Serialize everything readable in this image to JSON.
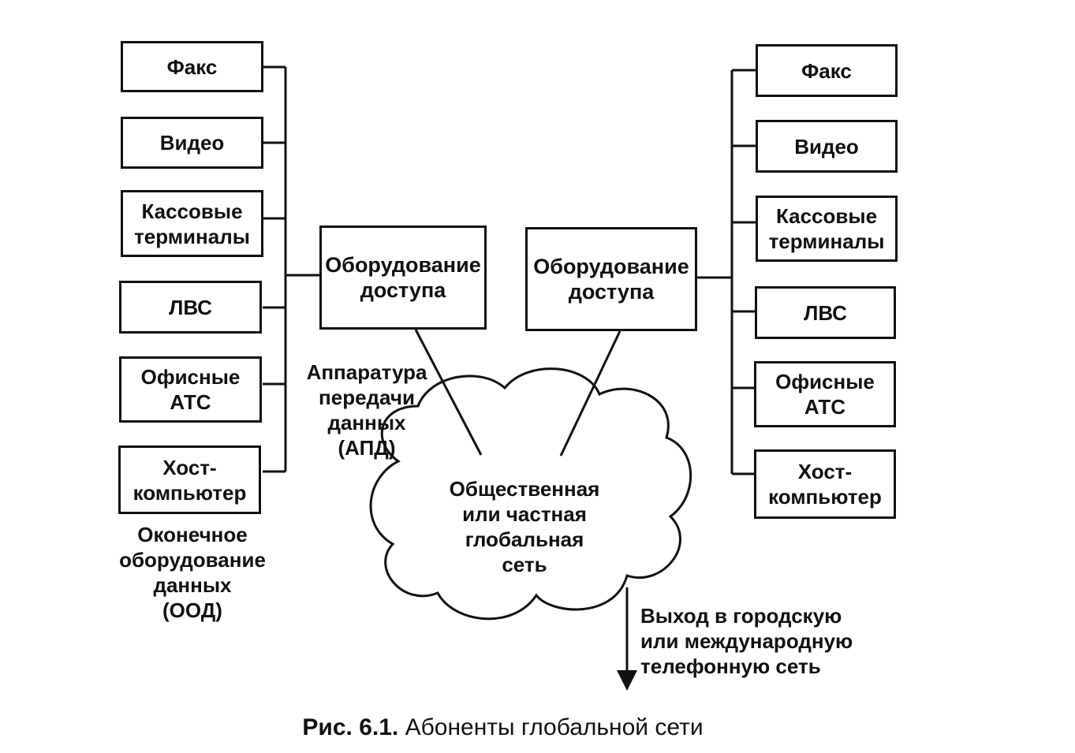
{
  "left_group": {
    "boxes": [
      "Факс",
      "Видео",
      "Кассовые\nтерминалы",
      "ЛВС",
      "Офисные\nАТС",
      "Хост-\nкомпьютер"
    ],
    "label": "Оконечное\nоборудование\nданных\n(ООД)"
  },
  "right_group": {
    "boxes": [
      "Факс",
      "Видео",
      "Кассовые\nтерминалы",
      "ЛВС",
      "Офисные\nАТС",
      "Хост-\nкомпьютер"
    ]
  },
  "access_left": "Оборудование\nдоступа",
  "access_right": "Оборудование\nдоступа",
  "dce_label": "Аппаратура\nпередачи\nданных\n(АПД)",
  "cloud_label": "Общественная\nили частная\nглобальная\nсеть",
  "exit_label": "Выход в городскую\nили международную\nтелефонную сеть",
  "caption": {
    "number": "Рис. 6.1.",
    "text": "Абоненты глобальной сети"
  }
}
